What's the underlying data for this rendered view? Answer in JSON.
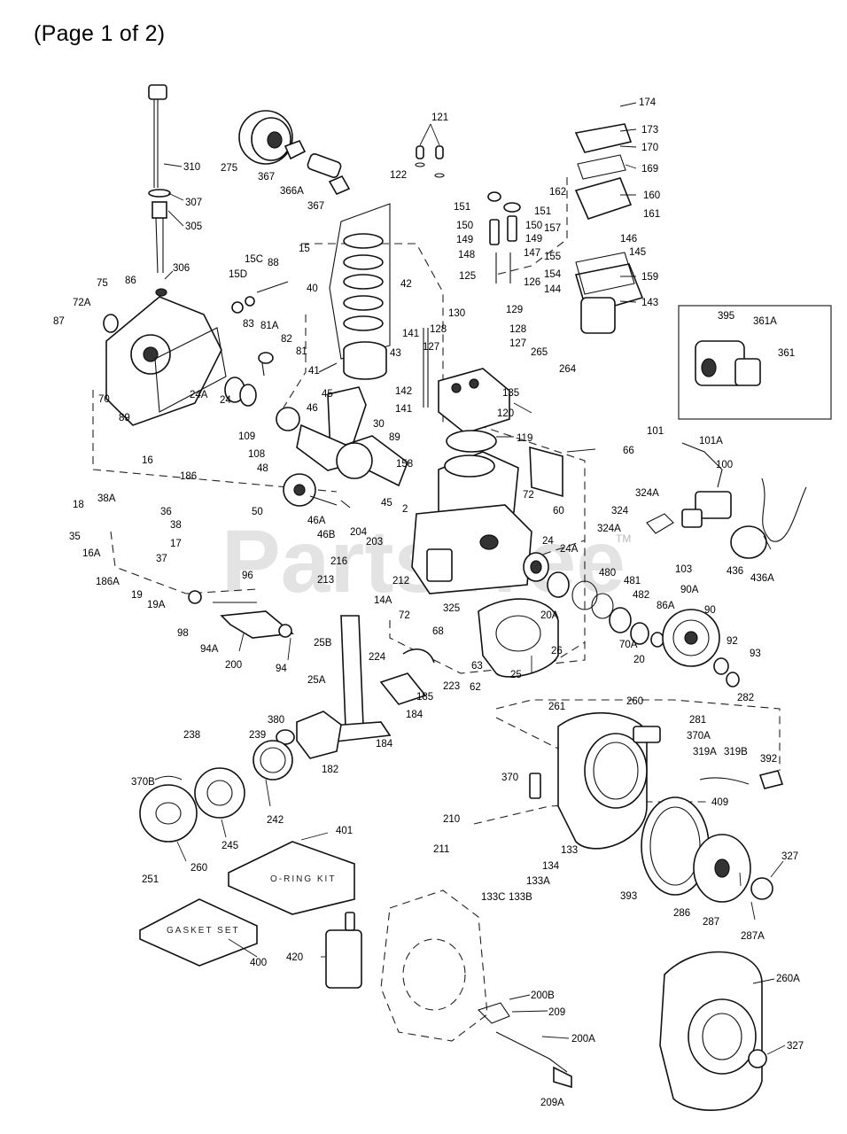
{
  "page_header": "(Page 1 of 2)",
  "watermark": {
    "text": "PartsTree",
    "tm": "TM"
  },
  "kit_labels": {
    "o_ring": "O-RING KIT",
    "gasket": "GASKET SET"
  },
  "callouts": [
    "310",
    "307",
    "305",
    "306",
    "275",
    "367",
    "366A",
    "367",
    "121",
    "122",
    "174",
    "173",
    "170",
    "169",
    "160",
    "161",
    "162",
    "157",
    "155",
    "154",
    "144",
    "146",
    "145",
    "159",
    "143",
    "151",
    "151",
    "150",
    "150",
    "149",
    "149",
    "148",
    "147",
    "125",
    "126",
    "129",
    "128",
    "127",
    "130",
    "128",
    "127",
    "135",
    "265",
    "264",
    "120",
    "119",
    "141",
    "142",
    "141",
    "158",
    "89",
    "43",
    "42",
    "40",
    "41",
    "45",
    "46",
    "30",
    "48",
    "108",
    "109",
    "24",
    "24A",
    "15",
    "88",
    "15C",
    "15D",
    "83",
    "81A",
    "82",
    "81",
    "75",
    "86",
    "72A",
    "87",
    "70",
    "89",
    "395",
    "361A",
    "361",
    "66",
    "101",
    "101A",
    "100",
    "324A",
    "324",
    "324A",
    "103",
    "436",
    "436A",
    "16",
    "186",
    "38A",
    "18",
    "36",
    "38",
    "35",
    "17",
    "16A",
    "37",
    "186A",
    "19",
    "19A",
    "50",
    "46A",
    "46B",
    "45",
    "2",
    "204",
    "203",
    "72",
    "60",
    "216",
    "213",
    "212",
    "14A",
    "72",
    "325",
    "24",
    "24A",
    "480",
    "481",
    "482",
    "20A",
    "86A",
    "90A",
    "90",
    "70A",
    "20",
    "92",
    "93",
    "96",
    "98",
    "94A",
    "200",
    "94",
    "25B",
    "25A",
    "224",
    "68",
    "63",
    "62",
    "223",
    "185",
    "184",
    "25",
    "26",
    "261",
    "260",
    "281",
    "282",
    "370A",
    "319A",
    "319B",
    "392",
    "380",
    "239",
    "238",
    "184",
    "182",
    "242",
    "370B",
    "245",
    "260",
    "251",
    "370",
    "210",
    "211",
    "133",
    "134",
    "133A",
    "133C",
    "133B",
    "409",
    "393",
    "327",
    "286",
    "287",
    "287A",
    "401",
    "400",
    "420",
    "200B",
    "209",
    "200A",
    "209A",
    "260A",
    "327"
  ]
}
